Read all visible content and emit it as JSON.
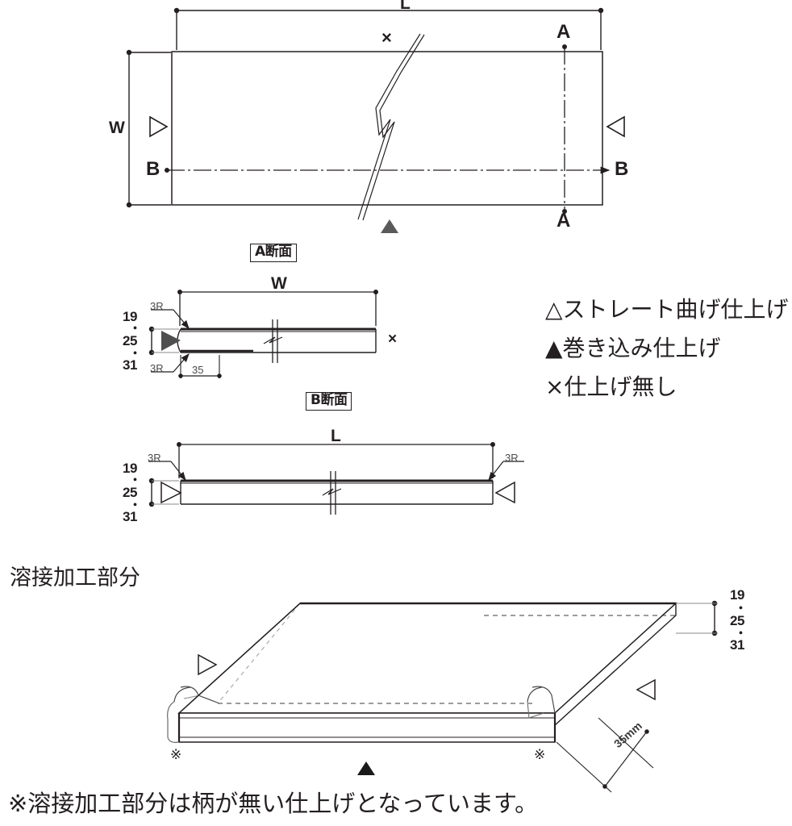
{
  "document": {
    "type": "technical-drawing",
    "title_section": "溶接加工部分",
    "caption": "※溶接加工部分は柄が無い仕上げとなっています。",
    "line_color": "#231f20",
    "background_color": "#ffffff"
  },
  "plan_view": {
    "name": "top-plan-view",
    "length_label": "L",
    "width_label": "W",
    "section_a_top": "A",
    "section_a_bottom": "A",
    "section_b_left": "B",
    "section_b_right": "B",
    "no_finish_mark": "×",
    "left_edge_mark": "▷",
    "right_edge_mark": "◁",
    "bottom_edge_mark": "▲"
  },
  "section_a": {
    "name": "a-section-detail",
    "label": "A断面",
    "width_label": "W",
    "radius_top": "3R",
    "radius_bottom": "3R",
    "thickness_top": "19",
    "thickness_mid": "25",
    "thickness_bottom": "31",
    "dot_upper": "・",
    "dot_lower": "・",
    "flange_dim": "35",
    "edge_mark_left": "▶",
    "edge_mark_right": "×"
  },
  "section_b": {
    "name": "b-section-detail",
    "label": "B断面",
    "length_label": "L",
    "radius_left": "3R",
    "radius_right": "3R",
    "thickness_top": "19",
    "thickness_mid": "25",
    "thickness_bottom": "31",
    "dot_upper": "・",
    "dot_lower": "・",
    "edge_mark_left": "▷",
    "edge_mark_right": "◁"
  },
  "legend": {
    "name": "finish-legend",
    "items": [
      {
        "symbol": "△",
        "label": "ストレート曲げ仕上げ"
      },
      {
        "symbol": "▲",
        "label": "巻き込み仕上げ"
      },
      {
        "symbol": "×",
        "label": "仕上げ無し"
      }
    ]
  },
  "iso_view": {
    "name": "isometric-view",
    "heading": "溶接加工部分",
    "thickness_top": "19",
    "thickness_mid": "25",
    "thickness_bottom": "31",
    "dot_upper": "・",
    "dot_lower": "・",
    "flange_dim": "35mm",
    "weld_mark_left": "※",
    "weld_mark_right": "※",
    "edge_mark_left": "▷",
    "edge_mark_right": "◁",
    "front_mark": "▲"
  }
}
